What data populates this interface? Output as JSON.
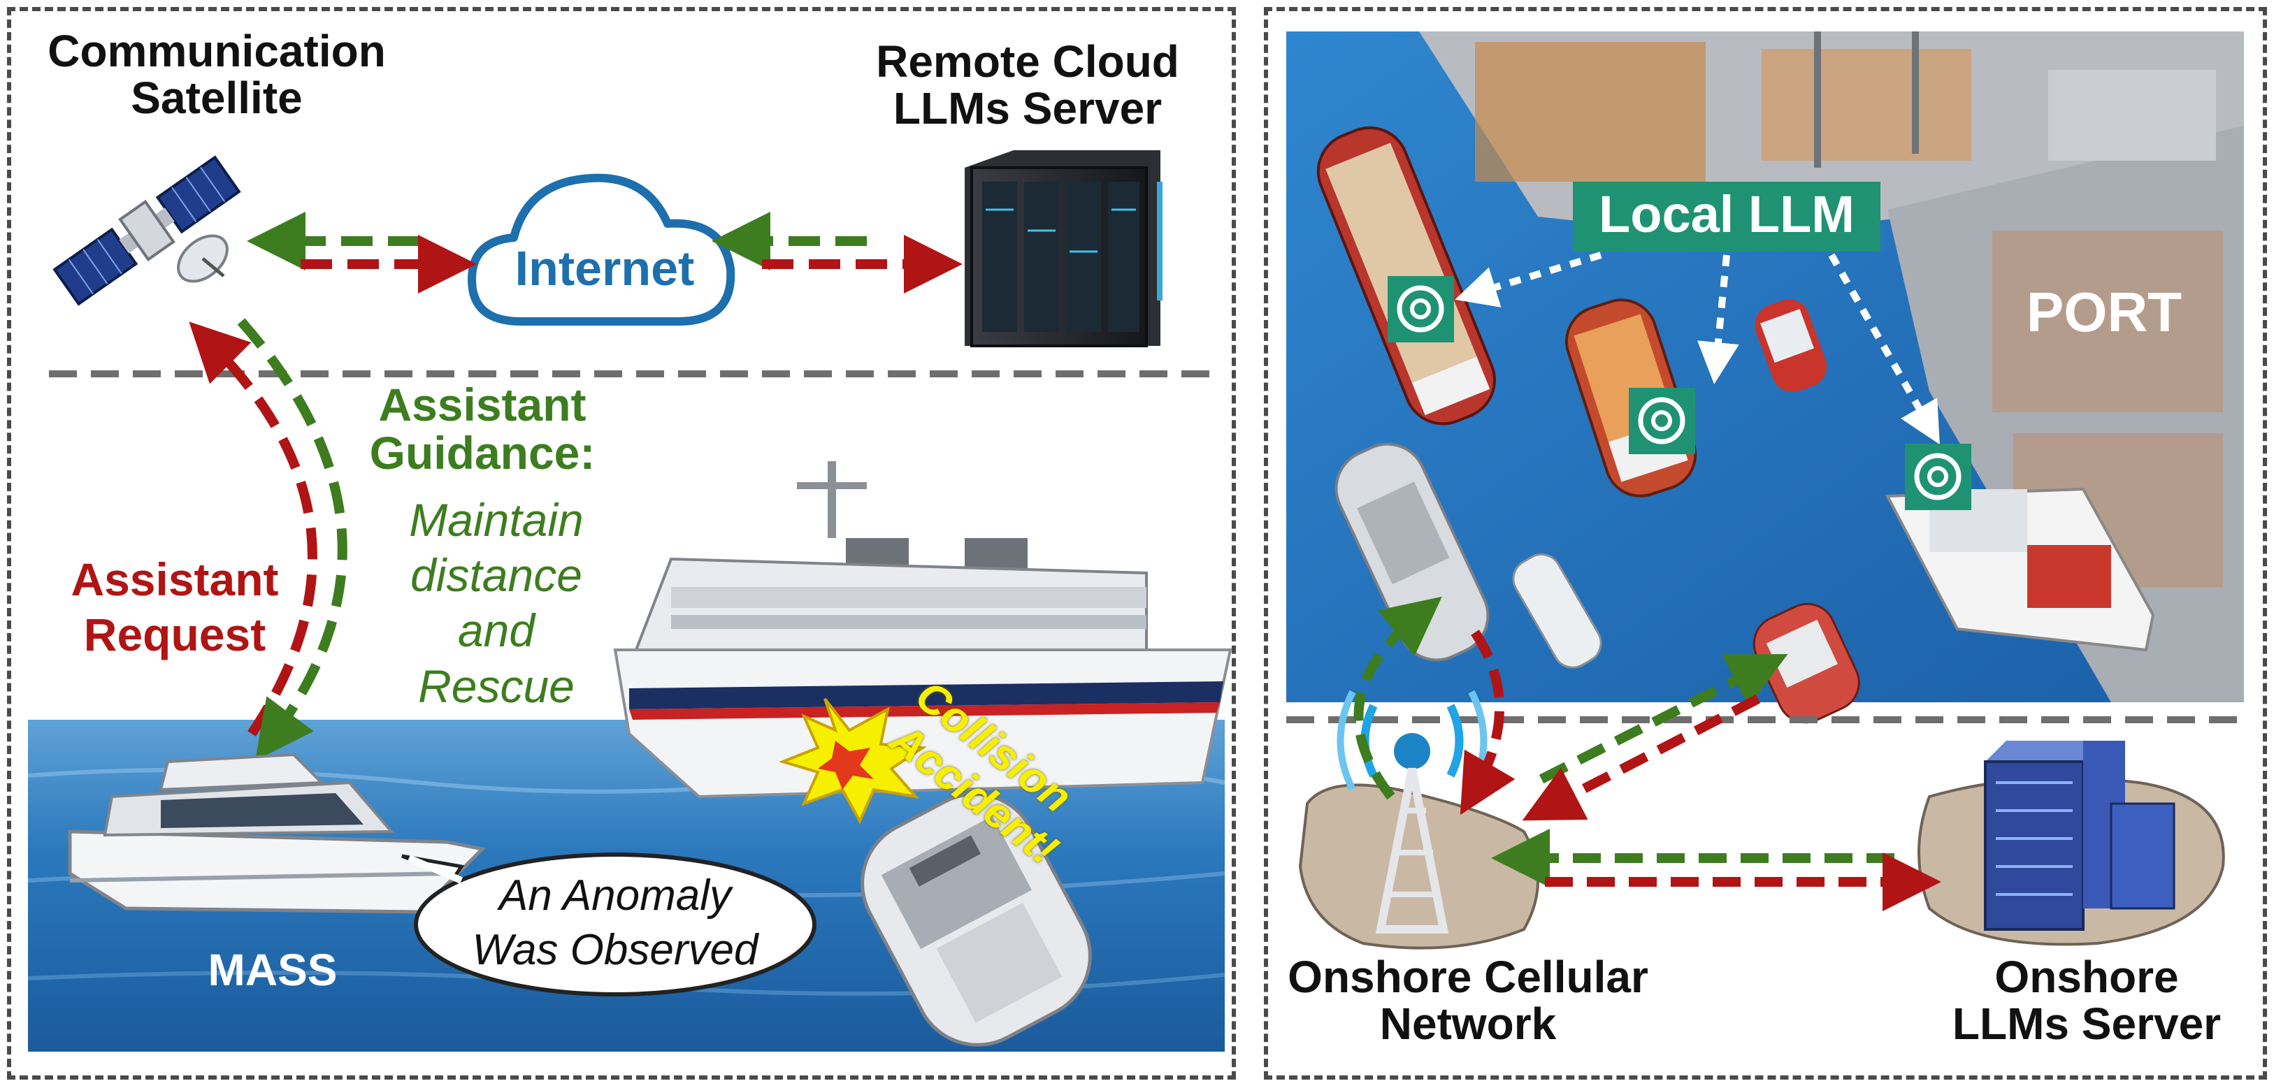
{
  "left_panel": {
    "satellite_label_line1": "Communication",
    "satellite_label_line2": "Satellite",
    "cloud_server_label_line1": "Remote Cloud",
    "cloud_server_label_line2": "LLMs Server",
    "internet_label": "Internet",
    "guidance_title_line1": "Assistant",
    "guidance_title_line2": "Guidance:",
    "guidance_body_line1": "Maintain",
    "guidance_body_line2": "distance",
    "guidance_body_line3": "and",
    "guidance_body_line4": "Rescue",
    "request_line1": "Assistant",
    "request_line2": "Request",
    "collision_line1": "Collision",
    "collision_line2": "Accident!",
    "anomaly_line1": "An Anomaly",
    "anomaly_line2": "Was Observed",
    "mass_label": "MASS"
  },
  "right_panel": {
    "local_llm_label": "Local LLM",
    "port_label": "PORT",
    "cellular_label_line1": "Onshore Cellular",
    "cellular_label_line2": "Network",
    "onshore_server_label_line1": "Onshore",
    "onshore_server_label_line2": "LLMs Server"
  },
  "colors": {
    "green_arrow": "#3d7d1f",
    "red_arrow": "#b11414",
    "teal_badge": "#1f9274",
    "internet_blue": "#1d6fae",
    "collision_yellow": "#f6f000",
    "sea_blue": "#1e6fb4"
  }
}
